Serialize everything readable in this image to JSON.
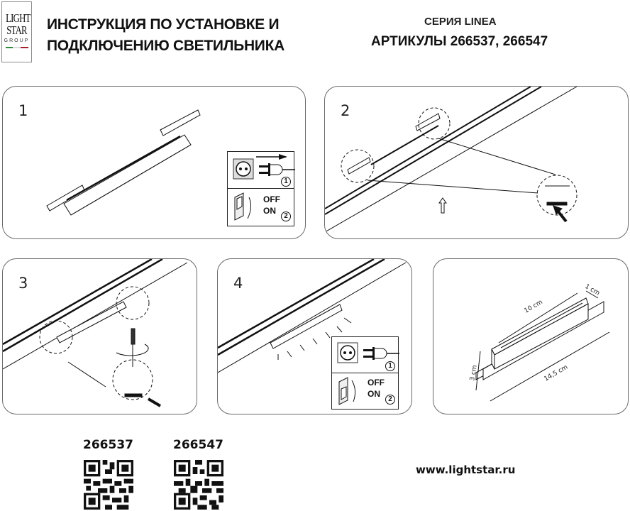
{
  "logo": {
    "line1": "LIGHT",
    "line2": "STAR",
    "line3": "GROUP",
    "flag_colors": [
      "#2e8b3a",
      "#e8e8e8",
      "#a3202a"
    ]
  },
  "header": {
    "title_line1": "ИНСТРУКЦИЯ ПО УСТАНОВКЕ И",
    "title_line2": "ПОДКЛЮЧЕНИЮ СВЕТИЛЬНИКА",
    "series": "СЕРИЯ LINEA",
    "articles": "АРТИКУЛЫ 266537, 266547"
  },
  "steps": [
    {
      "number": "1",
      "description": "fixture with mounting brackets; unplug and switch off before installation"
    },
    {
      "number": "2",
      "description": "insert fixture into track (upward arrow), detail callouts of connectors"
    },
    {
      "number": "3",
      "description": "rotate locking screw with screwdriver, detail callouts"
    },
    {
      "number": "4",
      "description": "fixture installed and emitting light; plug in and switch on"
    }
  ],
  "safety_box": {
    "step1": {
      "off_label": "OFF",
      "on_label": "ON",
      "plug_index": "1",
      "switch_index": "2"
    },
    "step4": {
      "off_label": "OFF",
      "on_label": "ON",
      "plug_index": "1",
      "switch_index": "2"
    }
  },
  "dimensions": {
    "length_top": "10 cm",
    "width": "1 cm",
    "height": "3 cm",
    "length_total": "14,5 cm"
  },
  "footer": {
    "codes": [
      {
        "label": "266537"
      },
      {
        "label": "266547"
      }
    ],
    "website": "www.lightstar.ru"
  }
}
